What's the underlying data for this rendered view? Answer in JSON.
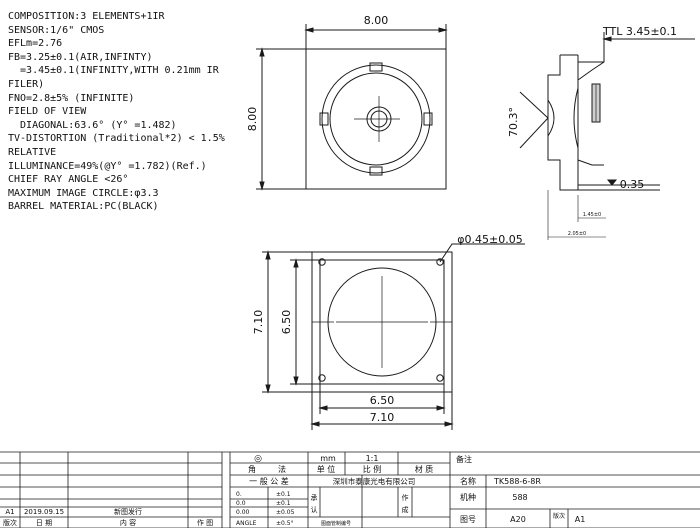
{
  "specs": [
    "COMPOSITION:3 ELEMENTS+1IR",
    "SENSOR:1/6\" CMOS",
    "EFLm=2.76",
    "FB=3.25±0.1(AIR,INFINTY)",
    "  =3.45±0.1(INFINITY,WITH 0.21mm IR",
    "FILER)",
    "FNO=2.8±5% (INFINITE)",
    "FIELD OF VIEW",
    "  DIAGONAL:63.6° (Y° =1.482)",
    "TV-DISTORTION (Traditional*2) < 1.5%",
    "RELATIVE",
    "ILLUMINANCE=49%(@Y° =1.782)(Ref.)",
    "CHIEF RAY ANGLE <26°",
    "MAXIMUM IMAGE CIRCLE:φ3.3",
    "BARREL MATERIAL:PC(BLACK)"
  ],
  "dimensions": {
    "top_width": "8.00",
    "top_height": "8.00",
    "ttl": "TTL  3.45±0.1",
    "angle": "70.3°",
    "side_thickness": "0.35",
    "side_small_1": "1.45±0",
    "side_small_2": "2.05±0",
    "hole_dia": "φ0.45±0.05",
    "outer_height": "7.10",
    "inner_height": "6.50",
    "inner_width": "6.50",
    "outer_width": "7.10"
  },
  "title_block": {
    "row_a_symbol": "◎",
    "row_a_unit": "mm",
    "row_a_scale": "1:1",
    "remark_label": "备注",
    "header_cells": [
      "角",
      "法",
      "单 位",
      "比 例",
      "材 质"
    ],
    "tolerance_title": "一 般 公 差",
    "company": "深圳市泰康光电有限公司",
    "tolerances": [
      {
        "range": "0.",
        "value": "±0.1"
      },
      {
        "range": "0.0",
        "value": "±0.1"
      },
      {
        "range": "0.00",
        "value": "±0.05"
      },
      {
        "range": "ANGLE",
        "value": "±0.5°"
      }
    ],
    "stamp_labels": [
      "承",
      "认",
      "",
      "作",
      "成",
      ""
    ],
    "name_label": "名称",
    "name_value": "TK588-6-8R",
    "model_label": "机种",
    "model_value": "588",
    "figure_label": "图号",
    "figure_value": "A20",
    "version_label": "版次",
    "version_value": "A1",
    "bottom_note": "图面管制编号"
  },
  "revision": {
    "row1": [
      "A1",
      "2019.09.15",
      "新图发行",
      ""
    ],
    "header": [
      "版次",
      "日 期",
      "内   容",
      "作 图"
    ]
  },
  "colors": {
    "line": "#1a1a1a",
    "accent": "#bcbcbc"
  }
}
